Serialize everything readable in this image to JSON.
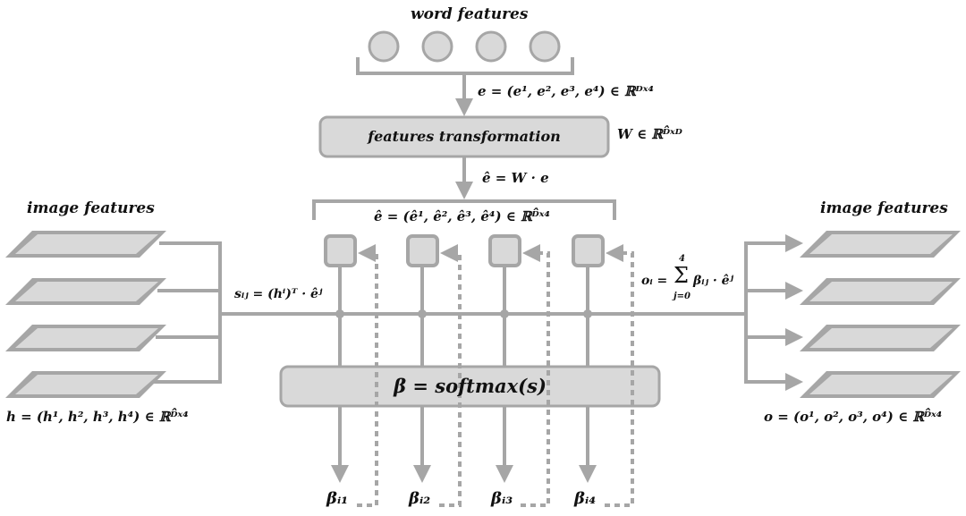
{
  "word_features": {
    "title": "word features",
    "formula": "e = (e¹, e², e³, e⁴) ∈ ℝᴰˣ⁴"
  },
  "transformation": {
    "label": "features transformation",
    "weight": "W ∈ ℝᴰ̂ˣᴰ",
    "output": "ê = W · e"
  },
  "hat_features": {
    "formula": "ê = (ê¹, ê², ê³, ê⁴) ∈ ℝᴰ̂ˣ⁴"
  },
  "image_features_left": {
    "title": "image features",
    "formula": "h = (h¹, h², h³, h⁴) ∈ ℝᴰ̂ˣ⁴"
  },
  "image_features_right": {
    "title": "image features",
    "formula": "o = (o¹, o², o³, o⁴) ∈ ℝᴰ̂ˣ⁴"
  },
  "score": {
    "formula": "sᵢⱼ = (hⁱ)ᵀ · êʲ"
  },
  "output_sum": {
    "lhs": "oᵢ =",
    "sigma": "Σ",
    "upper": "4",
    "lower": "j=0",
    "rhs": "βᵢⱼ · êʲ"
  },
  "softmax": {
    "label": "β = softmax(s)"
  },
  "betas": [
    "βᵢ₁",
    "βᵢ₂",
    "βᵢ₃",
    "βᵢ₄"
  ],
  "colors": {
    "stroke": "#a6a6a6",
    "node_fill": "#d9d9d9",
    "box_fill": "#d9d9d9",
    "text": "#111111"
  }
}
